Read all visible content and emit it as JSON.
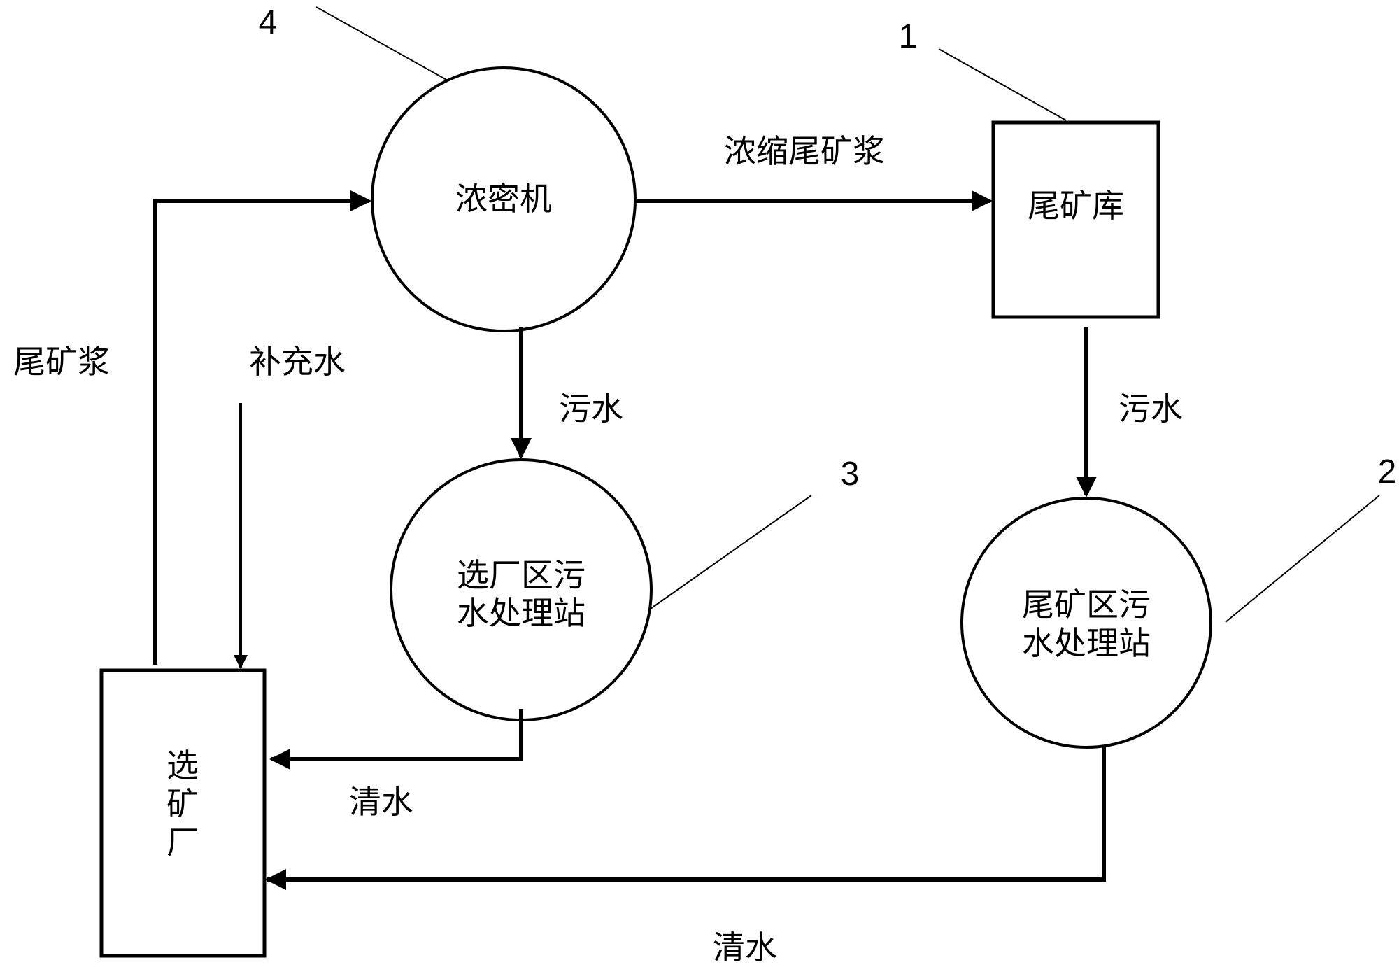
{
  "nodes": {
    "thickener": {
      "label": "浓密机",
      "number": "4"
    },
    "tailings_pond": {
      "label": "尾矿库",
      "number": "1"
    },
    "plant_station": {
      "label_line1": "选厂区污",
      "label_line2": "水处理站",
      "number": "3"
    },
    "tailings_station": {
      "label_line1": "尾矿区污",
      "label_line2": "水处理站",
      "number": "2"
    },
    "concentrator": {
      "label_chars": [
        "选",
        "矿",
        "厂"
      ]
    }
  },
  "flows": {
    "concentrated_slurry": "浓缩尾矿浆",
    "tailings_slurry": "尾矿浆",
    "makeup_water": "补充水",
    "sewage_thickener": "污水",
    "sewage_pond": "污水",
    "clean_water_plant": "清水",
    "clean_water_tailings": "清水"
  },
  "colors": {
    "line": "#000000",
    "background": "#ffffff"
  }
}
